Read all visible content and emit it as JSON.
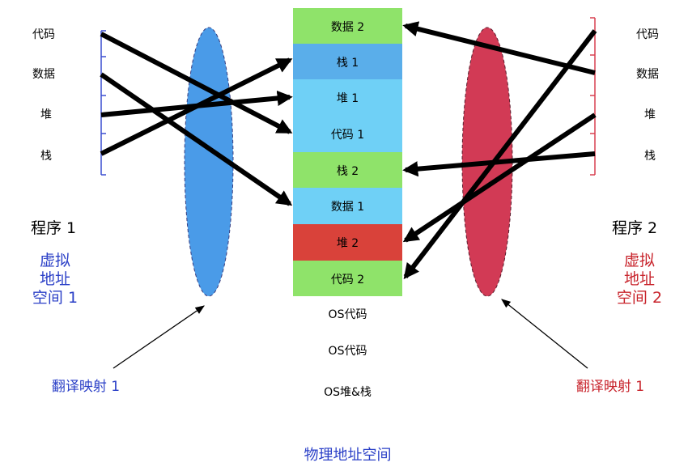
{
  "program1": {
    "segments": [
      "代码",
      "数据",
      "堆",
      "栈"
    ],
    "name": "程序 1",
    "space_label": [
      "虚拟",
      "地址",
      "空间 1"
    ],
    "mapping_label": "翻译映射 1",
    "color": "#2a3fc7",
    "lens_color": "#4a9be8"
  },
  "program2": {
    "segments": [
      "代码",
      "数据",
      "堆",
      "栈"
    ],
    "name": "程序 2",
    "space_label": [
      "虚拟",
      "地址",
      "空间 2"
    ],
    "mapping_label": "翻译映射 1",
    "color": "#c8242c",
    "lens_color": "#d23a55"
  },
  "physical": {
    "blocks": [
      {
        "label": "数据 2",
        "color": "#8fe36a"
      },
      {
        "label": "栈 1",
        "color": "#5aaeea"
      },
      {
        "label": "堆 1",
        "color": "#6fd0f6"
      },
      {
        "label": "代码 1",
        "color": "#6fd0f6"
      },
      {
        "label": "栈 2",
        "color": "#8fe36a"
      },
      {
        "label": "数据 1",
        "color": "#6fd0f6"
      },
      {
        "label": "堆 2",
        "color": "#d9423a"
      },
      {
        "label": "代码 2",
        "color": "#8fe36a"
      }
    ],
    "os_labels": [
      "OS代码",
      "OS代码",
      "OS堆&栈"
    ],
    "title": "物理地址空间",
    "title_color": "#2a3fc7"
  }
}
